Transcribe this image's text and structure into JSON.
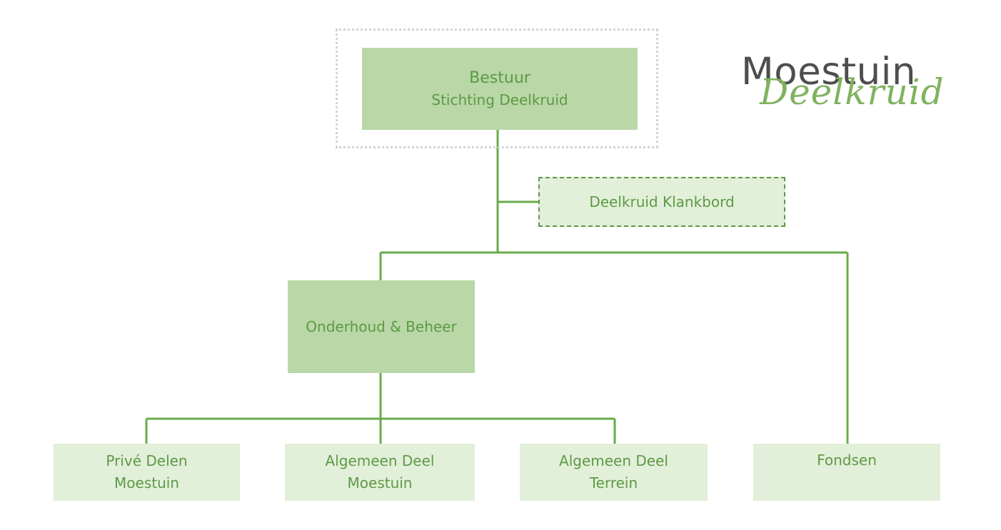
{
  "logo": {
    "main": "Moestuin",
    "sub": "Deelkruid"
  },
  "nodes": {
    "bestuur": {
      "line1": "Bestuur",
      "line2": "Stichting Deelkruid"
    },
    "klankbord": {
      "label": "Deelkruid Klankbord"
    },
    "onderhoud": {
      "label": "Onderhoud & Beheer"
    },
    "prive": {
      "line1": "Privé Delen",
      "line2": "Moestuin"
    },
    "algemeen_moestuin": {
      "line1": "Algemeen Deel",
      "line2": "Moestuin"
    },
    "algemeen_terrein": {
      "line1": "Algemeen Deel",
      "line2": "Terrein"
    },
    "fondsen": {
      "label": "Fondsen"
    }
  },
  "colors": {
    "line": "#6aab4a",
    "dark_box": "#b9d7a7",
    "light_box": "#e2efd9",
    "text": "#5d9a45"
  }
}
